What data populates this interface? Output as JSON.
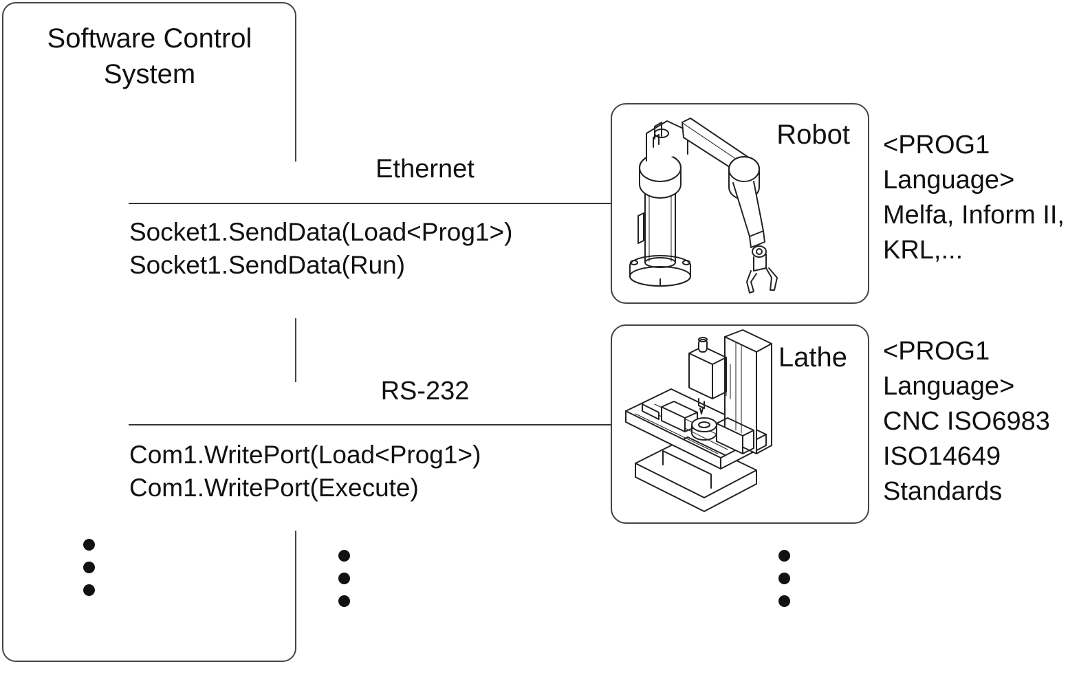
{
  "system": {
    "title_line1": "Software Control",
    "title_line2": "System"
  },
  "links": [
    {
      "label": "Ethernet",
      "commands": [
        "Socket1.SendData(Load<Prog1>)",
        "Socket1.SendData(Run)"
      ]
    },
    {
      "label": "RS-232",
      "commands": [
        "Com1.WritePort(Load<Prog1>)",
        "Com1.WritePort(Execute)"
      ]
    }
  ],
  "devices": [
    {
      "name": "Robot",
      "icon": "robot-arm-icon",
      "language_lines": [
        "<PROG1",
        "Language>",
        "Melfa, Inform II,",
        "KRL,..."
      ]
    },
    {
      "name": "Lathe",
      "icon": "cnc-machine-icon",
      "language_lines": [
        "<PROG1",
        "Language>",
        "CNC ISO6983",
        "ISO14649",
        "Standards"
      ]
    }
  ],
  "continuation": "vertical-ellipsis"
}
